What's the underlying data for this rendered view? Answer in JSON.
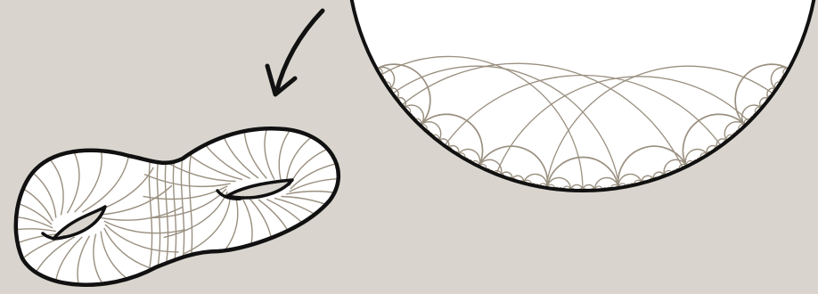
{
  "figure": {
    "kind": "hyperbolic disk to genus-2 surface illustration",
    "elements": [
      {
        "name": "hyperbolic-disk",
        "description_icon": "poincare-disk-icon"
      },
      {
        "name": "arrow",
        "description_icon": "curved-arrow-icon"
      },
      {
        "name": "genus-two-surface",
        "description_icon": "double-torus-icon"
      }
    ]
  },
  "colors": {
    "background": "#d9d5ce",
    "outline": "#111111",
    "geodesic": "#9a9080",
    "fill": "#ffffff"
  }
}
